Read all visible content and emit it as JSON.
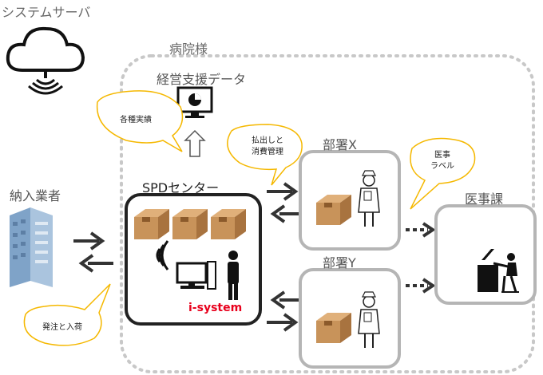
{
  "labels": {
    "system_server": "システムサーバ",
    "hospital": "病院様",
    "management_data": "経営支援データ",
    "supplier": "納入業者",
    "spd_center": "SPDセンター",
    "dept_x": "部署X",
    "dept_y": "部署Y",
    "medical_affairs": "医事課",
    "i_system": "i-system"
  },
  "bubbles": {
    "various_records_line1": "各種実績",
    "payout_line1": "払出しと",
    "payout_line2": "消費管理",
    "med_label_line1": "医事",
    "med_label_line2": "ラベル",
    "order_receive_line1": "発注と入荷"
  },
  "colors": {
    "bubble_border": "#f5b800",
    "box_border_dark": "#222222",
    "box_border_gray": "#b5b5b5",
    "arrow": "#333333",
    "cardboard": "#c8935a",
    "accent_red": "#e8001c"
  }
}
